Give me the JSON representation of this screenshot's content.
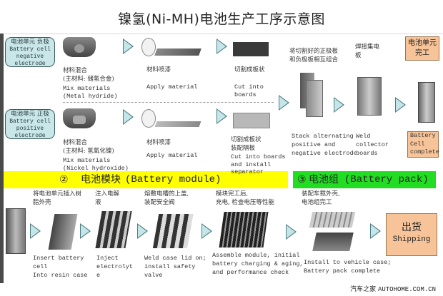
{
  "title": "镍氢(Ni-MH)电池生产工序示意图",
  "section1": {
    "negative_row": {
      "start_box": {
        "cn": "电池单元 负极",
        "en": [
          "Battery cell",
          "negative",
          "electrode"
        ]
      },
      "steps": [
        {
          "cn": [
            "材料混合",
            "(主材料: 储氢合金)"
          ],
          "en": [
            "Mix materials",
            "(Metal hydride)"
          ],
          "icon": "mixer-drum-illustration"
        },
        {
          "cn": [
            "材料喷漆"
          ],
          "en": [
            "Apply material"
          ],
          "icon": "coating-roll-illustration"
        },
        {
          "cn": [
            "切割成板状"
          ],
          "en": [
            "Cut into",
            "boards"
          ],
          "icon": "dark-board-illustration"
        }
      ]
    },
    "positive_row": {
      "start_box": {
        "cn": "电池单元 正极",
        "en": [
          "Battery cell",
          "positive",
          "electrode"
        ]
      },
      "steps": [
        {
          "cn": [
            "材料混合",
            "(主材料: 氢氧化镍)"
          ],
          "en": [
            "Mix materials",
            "(Nickel hydroxide)"
          ],
          "icon": "mixer-drum-illustration"
        },
        {
          "cn": [
            "材料喷漆"
          ],
          "en": [
            "Apply material"
          ],
          "icon": "coating-roll-illustration"
        },
        {
          "cn": [
            "切割成板状",
            "装配隔板"
          ],
          "en": [
            "Cut into boards",
            "and install",
            "separator"
          ],
          "icon": "light-board-illustration"
        }
      ]
    },
    "merge_steps": [
      {
        "cn": [
          "将切割好的正极板",
          "和负极板相互组合"
        ],
        "en": [
          "Stack alternating",
          "positive and",
          "negative electrodes"
        ],
        "icon": "stacked-plates-illustration"
      },
      {
        "cn": [
          "焊接集电",
          "板"
        ],
        "en": [
          "Weld",
          "collector",
          "boards"
        ],
        "icon": "welded-cell-illustration"
      }
    ],
    "complete": {
      "cn": [
        "电池单元",
        "完工"
      ],
      "en": [
        "Battery",
        "Cell",
        "complete"
      ],
      "icon": "battery-cell-illustration"
    }
  },
  "section2": {
    "band_label_num": "②",
    "band_label_cn": "电池模块",
    "band_label_en": "(Battery module)",
    "steps": [
      {
        "cn": [
          "将电池单元插入树",
          "脂外壳"
        ],
        "en": [
          "Insert battery",
          "cell",
          "Into resin case"
        ],
        "icon": "resin-case-illustration"
      },
      {
        "cn": [
          "注入电解",
          "液"
        ],
        "en": [
          "Inject",
          "electrolyt",
          "e"
        ],
        "icon": "electrolyte-illustration"
      },
      {
        "cn": [
          "熔敷电槽的上盖,",
          "装配安全阀"
        ],
        "en": [
          "Weld case lid on;",
          "install safety",
          "valve"
        ],
        "icon": "lid-weld-illustration"
      },
      {
        "cn": [
          "模块完工后,",
          "充电, 检查电压等性能"
        ],
        "en": [
          "Assemble module, initial",
          "battery charging & aging,",
          "and performance check"
        ],
        "icon": "module-illustration"
      }
    ]
  },
  "section3": {
    "band_label_num": "③",
    "band_label_cn": "电池组",
    "band_label_en": "(Battery pack)",
    "step": {
      "cn": [
        "装配车载外壳,",
        "电池组完工"
      ],
      "en": [
        "Install to vehicle case;",
        "Battery pack complete"
      ],
      "icon": "battery-pack-illustration"
    },
    "shipping": {
      "cn": "出货",
      "en": "Shipping"
    }
  },
  "footer": {
    "cn": "汽车之家",
    "en": "AUTOHOME.COM.CN"
  },
  "colors": {
    "start_box": "#c9e7e9",
    "arrow": "#c5e6e9",
    "orange": "#f7c398",
    "yellow_band": "#ffff00",
    "green_band": "#22dd22"
  }
}
